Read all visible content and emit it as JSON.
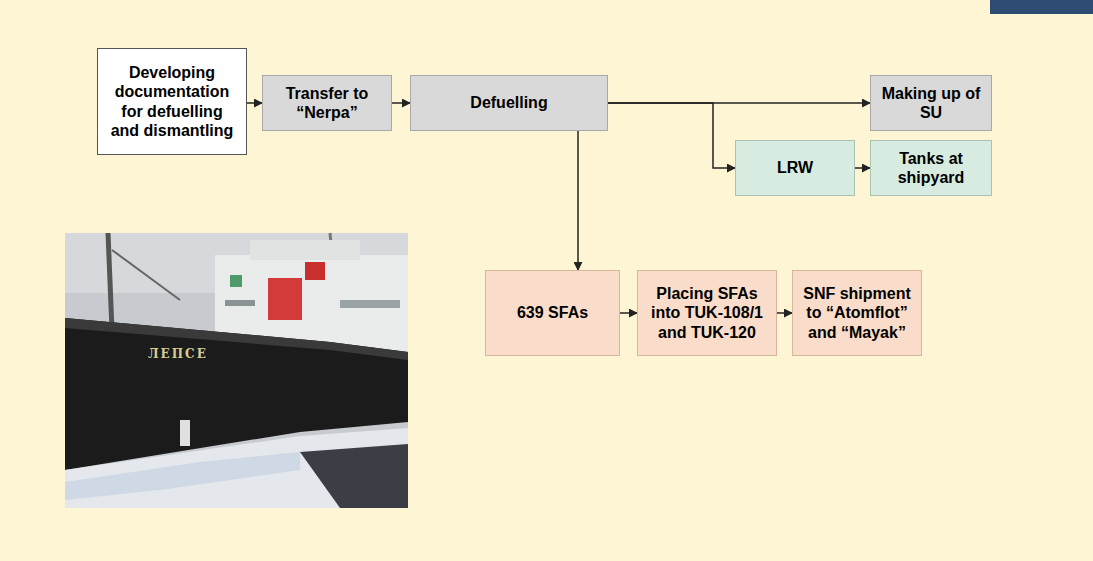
{
  "diagram": {
    "nodes": [
      {
        "text": [
          "Developing documentation for defuelling and dismantling"
        ]
      },
      {
        "text": [
          "Transfer to “Nerpa”"
        ]
      },
      {
        "text": [
          "Defuelling"
        ]
      },
      {
        "text": [
          "Making up of SU"
        ]
      },
      {
        "text": [
          "LRW"
        ]
      },
      {
        "text": [
          "Tanks at shipyard"
        ]
      },
      {
        "text": [
          "639 SFAs"
        ]
      },
      {
        "text": [
          "Placing SFAs into TUK-108/1 and TUK-120"
        ]
      },
      {
        "text": [
          "SNF shipment to “Atomflot” and “Mayak”"
        ]
      }
    ],
    "edges": [
      {
        "from": 0,
        "to": 1,
        "arrow": "to"
      },
      {
        "from": 1,
        "to": 2,
        "arrow": "to"
      },
      {
        "from": 2,
        "to": 3,
        "arrow": "to"
      },
      {
        "from": 2,
        "to": 4,
        "arrow": "to"
      },
      {
        "from": 4,
        "to": 5,
        "arrow": "to"
      },
      {
        "from": 2,
        "to": 6,
        "arrow": "to"
      },
      {
        "from": 6,
        "to": 7,
        "arrow": "to"
      },
      {
        "from": 7,
        "to": 8,
        "arrow": "to"
      }
    ],
    "labels": [
      "ЛЕПСЕ"
    ]
  }
}
